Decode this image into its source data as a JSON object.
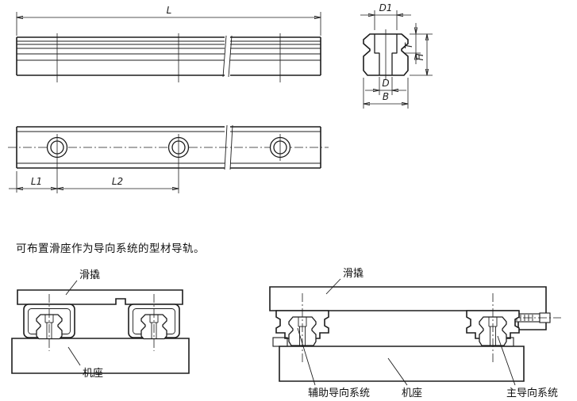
{
  "description": "可布置滑座作为导向系统的型材导轨。",
  "dimensions": {
    "overall_length": "L",
    "top_slot_width": "D1",
    "head_height": "T",
    "profile_height": "H",
    "channel_width": "D",
    "profile_width": "B",
    "first_hole_offset": "L1",
    "hole_spacing": "L2"
  },
  "assembly_left": {
    "carriage_label": "滑撬",
    "base_label": "机座"
  },
  "assembly_right": {
    "carriage_label": "滑撬",
    "aux_guide_label": "辅助导向系统",
    "base_label": "机座",
    "main_guide_label": "主导向系统"
  },
  "colors": {
    "line": "#1d1d1d",
    "background": "#ffffff"
  }
}
